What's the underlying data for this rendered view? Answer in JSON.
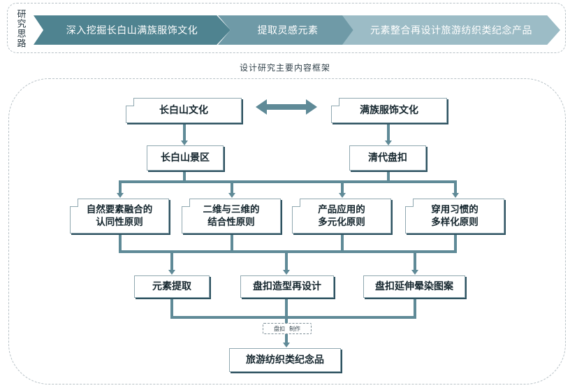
{
  "research_path": {
    "label": "研究思路",
    "steps": [
      "深入挖掘长白山满族服饰文化",
      "提取灵感元素",
      "元素整合再设计旅游纺织类纪念产品"
    ]
  },
  "framework": {
    "title": "设计研究主要内容框架",
    "level1": [
      "长白山文化",
      "满族服饰文化"
    ],
    "level2": [
      "长白山景区",
      "清代盘扣"
    ],
    "principles": [
      [
        "自然要素融合的",
        "认同性原则"
      ],
      [
        "二维与三维的",
        "结合性原则"
      ],
      [
        "产品应用的",
        "多元化原则"
      ],
      [
        "穿用习惯的",
        "多样化原则"
      ]
    ],
    "methods": [
      "元素提取",
      "盘扣造型再设计",
      "盘扣延伸晕染图案"
    ],
    "tag": [
      "盘扣",
      "制作"
    ],
    "output": "旅游纺织类纪念品"
  },
  "colors": {
    "chevron_1": "#4f8390",
    "chevron_2": "#6f9aa7",
    "chevron_3": "#9cbcc6",
    "connector": "#5f8a97",
    "box_shadow": "#2e5260"
  }
}
